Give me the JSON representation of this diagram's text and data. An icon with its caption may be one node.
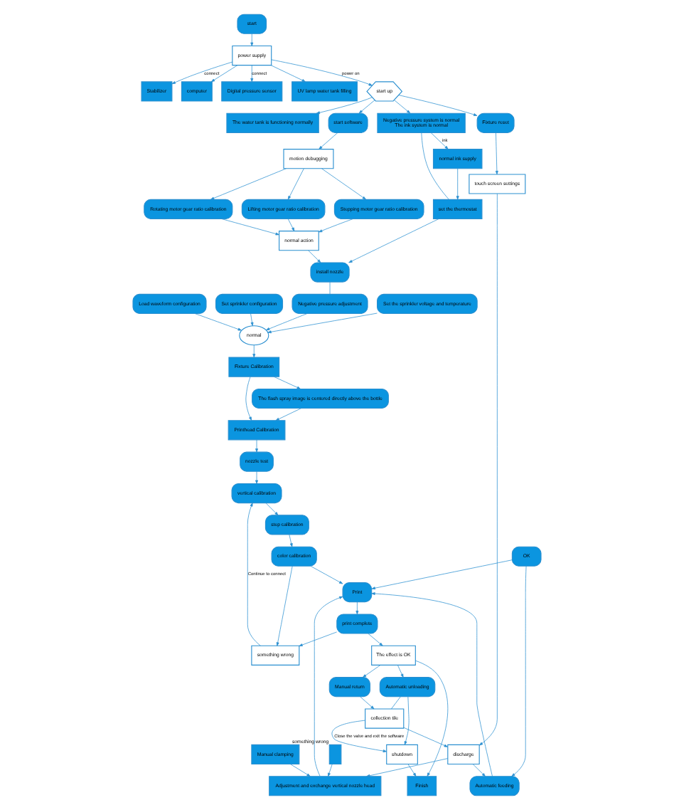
{
  "diagram": {
    "nodes": [
      {
        "text": [
          "start"
        ]
      },
      {
        "text": [
          "power supply"
        ]
      },
      {
        "text": [
          "Stabilizer"
        ]
      },
      {
        "text": [
          "computer"
        ]
      },
      {
        "text": [
          "Digital pressure sensor"
        ]
      },
      {
        "text": [
          "UV lamp water tank filling"
        ]
      },
      {
        "text": [
          "start up"
        ]
      },
      {
        "text": [
          "The water tank is functioning normally"
        ]
      },
      {
        "text": [
          "Negative pressure system is normal",
          "The ink system is normal"
        ]
      },
      {
        "text": [
          "Fixture reset"
        ]
      },
      {
        "text": [
          "start software"
        ]
      },
      {
        "text": [
          "normal ink supply"
        ]
      },
      {
        "text": [
          "motion debugging"
        ]
      },
      {
        "text": [
          "Stepping motor gear ratio calibration"
        ]
      },
      {
        "text": [
          "Rotating motor gear ratio calibration"
        ]
      },
      {
        "text": [
          "Lifting motor gear ratio calibration"
        ]
      },
      {
        "text": [
          "touch screen settings"
        ]
      },
      {
        "text": [
          "normal action"
        ]
      },
      {
        "text": [
          "install nozzle"
        ]
      },
      {
        "text": [
          "set the thermostat"
        ]
      },
      {
        "text": [
          "Negative pressure adjustment"
        ]
      },
      {
        "text": [
          "Set the sprinkler voltage and temperature"
        ]
      },
      {
        "text": [
          "normal"
        ]
      },
      {
        "text": [
          "Load waveform configuration"
        ]
      },
      {
        "text": [
          "Set sprinkler configuration"
        ]
      },
      {
        "text": [
          "Manual clamping"
        ]
      },
      {
        "text": [
          "Adjustment and exchange vertical nozzle head"
        ]
      },
      {
        "text": [],
        "shape": "box",
        "beside": [
          "something wrong"
        ]
      },
      {
        "text": [
          "The flash spray image is centered directly above the bottle"
        ]
      },
      {
        "text": [
          "Fixture Calibration"
        ]
      },
      {
        "text": [
          "Printhead Calibration"
        ]
      },
      {
        "text": [
          "nozzle test"
        ]
      },
      {
        "text": [
          "vertical calibration"
        ]
      },
      {
        "text": [
          "step calibration"
        ]
      },
      {
        "text": [
          "color calibration"
        ]
      },
      {
        "text": [
          "discharge"
        ]
      },
      {
        "text": [
          "OK"
        ]
      },
      {
        "text": [
          "Print"
        ]
      },
      {
        "text": [
          "Automatic feeding"
        ]
      },
      {
        "text": [
          "print complete"
        ]
      },
      {
        "text": [
          "something wrong"
        ]
      },
      {
        "text": [
          "Manual return"
        ]
      },
      {
        "text": [
          "Automatic unloading"
        ]
      },
      {
        "text": [
          "collection tile"
        ]
      },
      {
        "text": [
          "The effect is OK"
        ]
      },
      {
        "text": [
          "shutdown"
        ]
      },
      {
        "text": [
          "Finish"
        ]
      }
    ],
    "edges": [
      {
        "from": 0,
        "to": 1,
        "arrow": "to"
      },
      {
        "from": 1,
        "to": 2,
        "arrow": "to",
        "label": "connect"
      },
      {
        "from": 1,
        "to": 3,
        "arrow": "to"
      },
      {
        "from": 1,
        "to": 4,
        "arrow": "to",
        "label": "connect"
      },
      {
        "from": 1,
        "to": 5,
        "arrow": "to"
      },
      {
        "from": 1,
        "to": 6,
        "arrow": "to",
        "label": "power on"
      },
      {
        "from": 6,
        "to": 7,
        "arrow": "to"
      },
      {
        "from": 6,
        "to": 8,
        "arrow": "to"
      },
      {
        "from": 6,
        "to": 9,
        "arrow": "to"
      },
      {
        "from": 6,
        "to": 10,
        "arrow": "to"
      },
      {
        "from": 8,
        "to": 11,
        "arrow": "to",
        "label": "ink"
      },
      {
        "from": 8,
        "to": 19,
        "arrow": "none"
      },
      {
        "from": 11,
        "to": 19,
        "arrow": "to"
      },
      {
        "from": 9,
        "to": 16,
        "arrow": "to"
      },
      {
        "from": 10,
        "to": 12,
        "arrow": "to"
      },
      {
        "from": 12,
        "to": 13,
        "arrow": "to"
      },
      {
        "from": 12,
        "to": 14,
        "arrow": "to"
      },
      {
        "from": 12,
        "to": 15,
        "arrow": "to"
      },
      {
        "from": 13,
        "to": 17,
        "arrow": "to"
      },
      {
        "from": 14,
        "to": 17,
        "arrow": "to"
      },
      {
        "from": 15,
        "to": 17,
        "arrow": "to"
      },
      {
        "from": 17,
        "to": 18,
        "arrow": "to"
      },
      {
        "from": 19,
        "to": 18,
        "arrow": "to"
      },
      {
        "from": 18,
        "to": 20,
        "arrow": "none"
      },
      {
        "from": 20,
        "to": 22,
        "arrow": "to"
      },
      {
        "from": 21,
        "to": 22,
        "arrow": "to"
      },
      {
        "from": 23,
        "to": 22,
        "arrow": "to"
      },
      {
        "from": 24,
        "to": 22,
        "arrow": "to"
      },
      {
        "from": 22,
        "to": 29,
        "arrow": "to"
      },
      {
        "from": 16,
        "to": 35,
        "arrow": "to"
      },
      {
        "from": 29,
        "to": 28,
        "arrow": "to"
      },
      {
        "from": 28,
        "to": 30,
        "arrow": "to"
      },
      {
        "from": 29,
        "to": 30,
        "arrow": "to"
      },
      {
        "from": 30,
        "to": 31,
        "arrow": "to"
      },
      {
        "from": 31,
        "to": 32,
        "arrow": "to"
      },
      {
        "from": 32,
        "to": 33,
        "arrow": "to"
      },
      {
        "from": 33,
        "to": 34,
        "arrow": "to"
      },
      {
        "from": 34,
        "to": 37,
        "arrow": "to"
      },
      {
        "from": 34,
        "to": 40,
        "arrow": "to"
      },
      {
        "from": 40,
        "to": 32,
        "arrow": "to",
        "label": "Continue to connect"
      },
      {
        "from": 35,
        "to": 26,
        "arrow": "to"
      },
      {
        "from": 25,
        "to": 26,
        "arrow": "to"
      },
      {
        "from": 27,
        "to": 26,
        "arrow": "to"
      },
      {
        "from": 26,
        "to": 37,
        "arrow": "to"
      },
      {
        "from": 36,
        "to": 37,
        "arrow": "to"
      },
      {
        "from": 36,
        "to": 38,
        "arrow": "to"
      },
      {
        "from": 38,
        "to": 37,
        "arrow": "to"
      },
      {
        "from": 35,
        "to": 38,
        "arrow": "to"
      },
      {
        "from": 37,
        "to": 39,
        "arrow": "to"
      },
      {
        "from": 39,
        "to": 40,
        "arrow": "to"
      },
      {
        "from": 39,
        "to": 44,
        "arrow": "to"
      },
      {
        "from": 44,
        "to": 41,
        "arrow": "to"
      },
      {
        "from": 44,
        "to": 42,
        "arrow": "to"
      },
      {
        "from": 41,
        "to": 43,
        "arrow": "to"
      },
      {
        "from": 42,
        "to": 43,
        "arrow": "none"
      },
      {
        "from": 42,
        "to": 45,
        "arrow": "to"
      },
      {
        "from": 43,
        "to": 35,
        "arrow": "to"
      },
      {
        "from": 43,
        "to": 45,
        "arrow": "to",
        "label": "Close the valve and exit the software"
      },
      {
        "from": 45,
        "to": 46,
        "arrow": "to"
      },
      {
        "from": 44,
        "to": 46,
        "arrow": "to"
      }
    ]
  }
}
